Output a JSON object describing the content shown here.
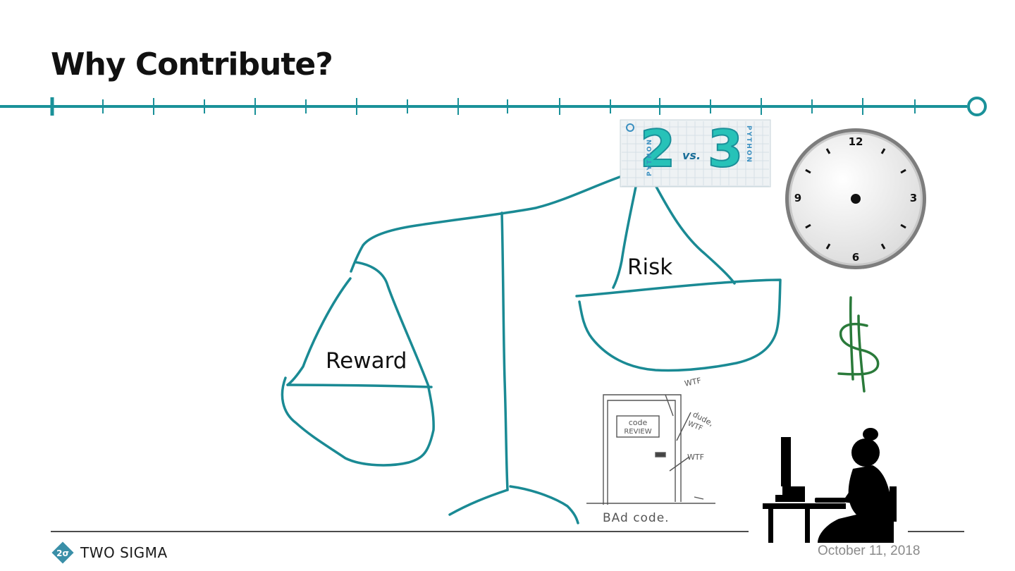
{
  "slide": {
    "title": "Why Contribute?",
    "reward_label": "Reward",
    "risk_label": "Risk",
    "date": "October 11, 2018"
  },
  "brand": {
    "name": "TWO SIGMA",
    "logo_glyph": "2σ"
  },
  "python_badge": {
    "left_number": "2",
    "vs_text": "vs.",
    "right_number": "3",
    "side_text_left": "PYTHON",
    "side_text_right": "PYTHON"
  },
  "clock": {
    "numerals": [
      "12",
      "3",
      "6",
      "9"
    ]
  },
  "sketch": {
    "door_sign": [
      "code",
      "REVIEW"
    ],
    "scribbles": [
      "WTF",
      "dude,",
      "WTF",
      "WTF"
    ],
    "caption": "BAd code."
  },
  "colors": {
    "accent": "#1a9199",
    "scale_stroke": "#1a8a94",
    "dollar_green": "#2a7a3a",
    "badge_teal": "#27c2b8"
  },
  "icons": [
    "dollar-sign-icon",
    "clock-icon",
    "person-at-computer-icon",
    "two-sigma-logo-icon"
  ]
}
